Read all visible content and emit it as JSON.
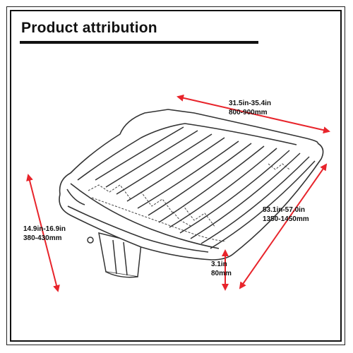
{
  "title": "Product attribution",
  "dimensions": {
    "width_in": "31.5in-35.4in",
    "width_mm": "800-900mm",
    "length_in": "53.1in-57.0in",
    "length_mm": "1350-1450mm",
    "height_in": "14.9in-16.9in",
    "height_mm": "380-430mm",
    "thickness_in": "3.1in",
    "thickness_mm": "80mm"
  },
  "colors": {
    "arrow": "#e8242b",
    "line": "#333333",
    "fill": "#ffffff"
  },
  "icons": [
    "air-mattress-illustration",
    "dimension-arrow"
  ]
}
